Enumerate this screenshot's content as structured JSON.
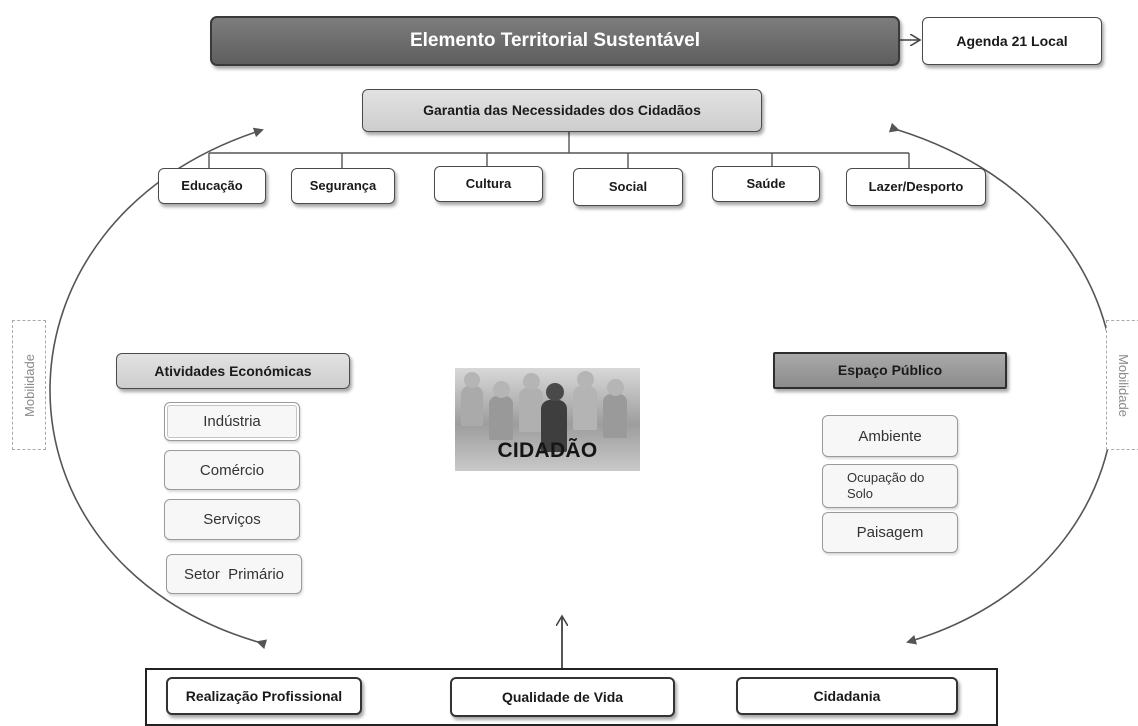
{
  "header": {
    "title": "Elemento Territorial Sustentável",
    "side_label": "Agenda 21 Local"
  },
  "needs": {
    "title": "Garantia das Necessidades dos Cidadãos",
    "items": [
      "Educação",
      "Segurança",
      "Cultura",
      "Social",
      "Saúde",
      "Lazer/Desporto"
    ]
  },
  "mobility": {
    "left": "Mobilidade",
    "right": "Mobilidade"
  },
  "economic": {
    "title": "Atividades Económicas",
    "items": [
      "Indústria",
      "Comércio",
      "Serviços",
      "Setor  Primário"
    ]
  },
  "center": {
    "label": "CIDADÃO"
  },
  "public_space": {
    "title": "Espaço Público",
    "items": [
      "Ambiente",
      "Ocupação do Solo",
      "Paisagem"
    ]
  },
  "bottom": {
    "items": [
      "Realização Profissional",
      "Qualidade de Vida",
      "Cidadania"
    ]
  }
}
